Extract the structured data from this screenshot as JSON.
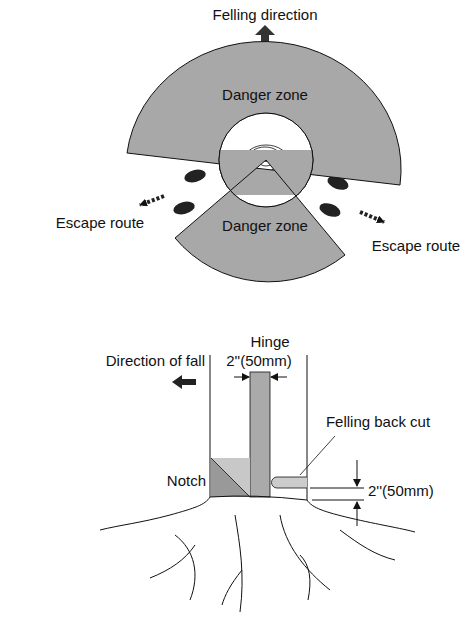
{
  "diagram": {
    "nodes": [
      {
        "text": [
          "Danger zone"
        ]
      },
      {
        "text": [
          "Danger zone"
        ]
      }
    ],
    "labels": [
      "Felling direction",
      "Escape route",
      "Escape route",
      "Hinge",
      "2''(50mm)",
      "Direction of fall",
      "Felling back cut",
      "Notch",
      "2''(50mm)"
    ]
  }
}
